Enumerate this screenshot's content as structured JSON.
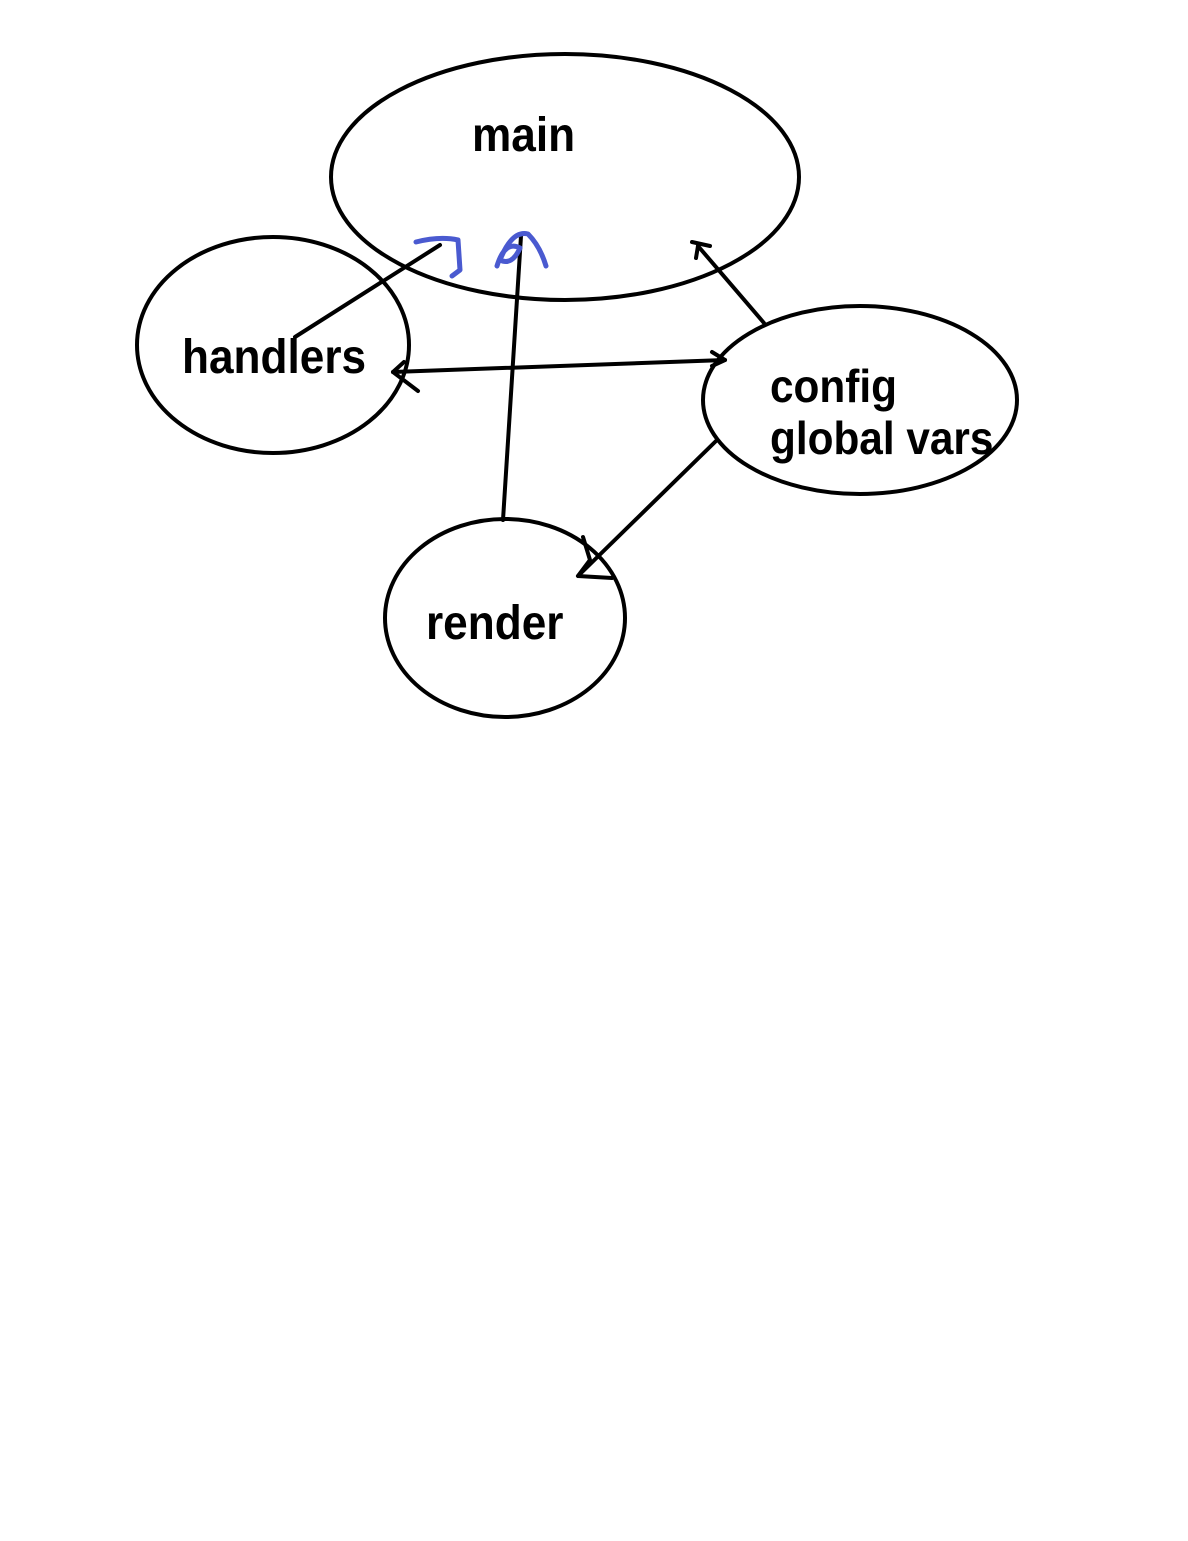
{
  "nodes": {
    "main": {
      "label": "main"
    },
    "handlers": {
      "label": "handlers"
    },
    "config": {
      "line1": "config",
      "line2": "global vars"
    },
    "render": {
      "label": "render"
    }
  },
  "colors": {
    "ink": "#000000",
    "annotation": "#4a5ad0",
    "background": "#ffffff"
  }
}
